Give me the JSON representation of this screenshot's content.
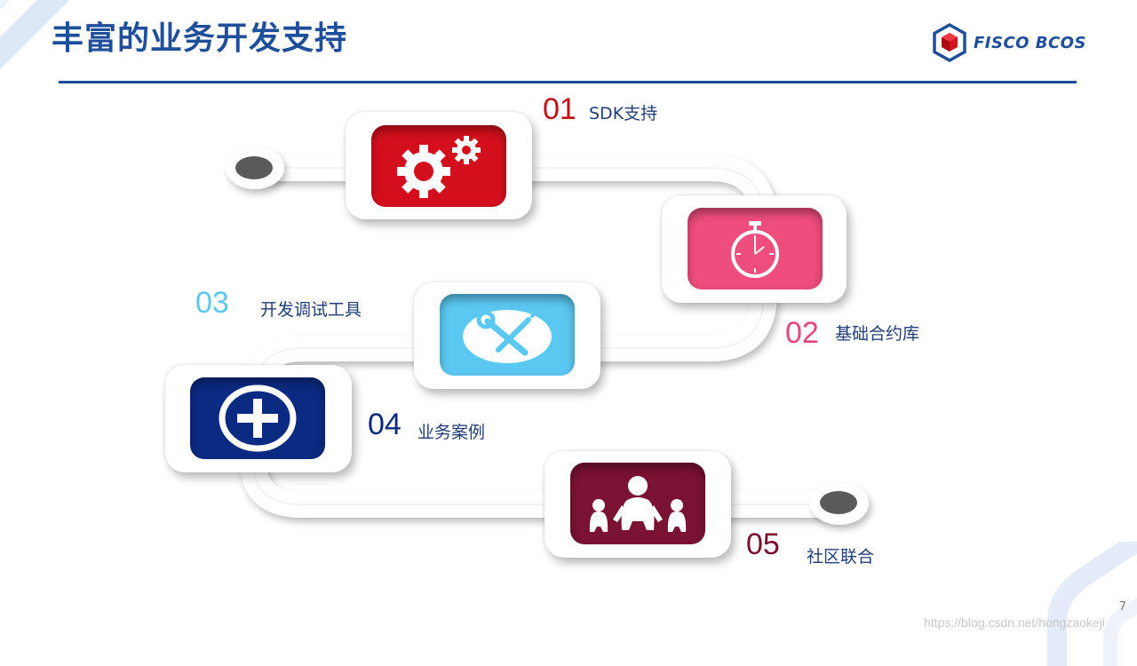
{
  "slide": {
    "title": "丰富的业务开发支持",
    "logo_text": "FISCO BCOS",
    "page_number": "7",
    "watermark": "https://blog.csdn.net/hongzaokeji"
  },
  "colors": {
    "brand_blue": "#1f4e9a",
    "step1": "#c0101a",
    "step2": "#e8457a",
    "step3": "#5bc6ee",
    "step4": "#0b2a7a",
    "step5": "#7a0f2e",
    "endpoint": "#5a5a5a"
  },
  "steps": [
    {
      "number": "01",
      "label": "SDK支持",
      "icon": "gears-icon",
      "color": "#c0101a"
    },
    {
      "number": "02",
      "label": "基础合约库",
      "icon": "stopwatch-icon",
      "color": "#e8457a"
    },
    {
      "number": "03",
      "label": "开发调试工具",
      "icon": "tools-icon",
      "color": "#5bc6ee"
    },
    {
      "number": "04",
      "label": "业务案例",
      "icon": "plus-circle-icon",
      "color": "#0b2a7a"
    },
    {
      "number": "05",
      "label": "社区联合",
      "icon": "people-icon",
      "color": "#7a0f2e"
    }
  ]
}
